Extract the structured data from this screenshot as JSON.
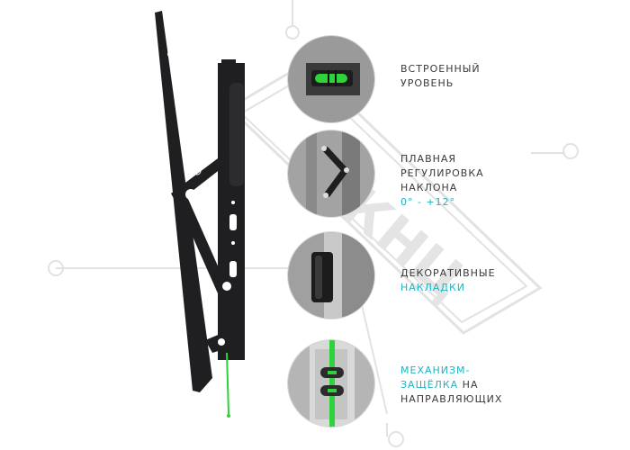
{
  "colors": {
    "accent": "#1fb3c2",
    "level_green": "#2ed23a",
    "mount_black": "#1f1f21",
    "watermark": "#e2e2e2",
    "circle_bg": "#9a9a9a"
  },
  "brand": {
    "logo_text": "ONKRON"
  },
  "features": [
    {
      "id": "level",
      "lines": [
        {
          "parts": [
            {
              "text": "ВСТРОЕННЫЙ",
              "accent": false
            }
          ]
        },
        {
          "parts": [
            {
              "text": "УРОВЕНЬ",
              "accent": false
            }
          ]
        }
      ]
    },
    {
      "id": "tilt",
      "lines": [
        {
          "parts": [
            {
              "text": "ПЛАВНАЯ",
              "accent": false
            }
          ]
        },
        {
          "parts": [
            {
              "text": "РЕГУЛИРОВКА",
              "accent": false
            }
          ]
        },
        {
          "parts": [
            {
              "text": "НАКЛОНА",
              "accent": false
            }
          ]
        },
        {
          "parts": [
            {
              "text": "0° - +12°",
              "accent": true
            }
          ]
        }
      ]
    },
    {
      "id": "covers",
      "lines": [
        {
          "parts": [
            {
              "text": "ДЕКОРАТИВНЫЕ",
              "accent": false
            }
          ]
        },
        {
          "parts": [
            {
              "text": "НАКЛАДКИ",
              "accent": true
            }
          ]
        }
      ]
    },
    {
      "id": "latch",
      "lines": [
        {
          "parts": [
            {
              "text": "МЕХАНИЗМ-",
              "accent": true
            }
          ]
        },
        {
          "parts": [
            {
              "text": "ЗАЩЁЛКА",
              "accent": true
            },
            {
              "text": " НА",
              "accent": false
            }
          ]
        },
        {
          "parts": [
            {
              "text": "НАПРАВЛЯЮЩИХ",
              "accent": false
            }
          ]
        }
      ]
    }
  ]
}
